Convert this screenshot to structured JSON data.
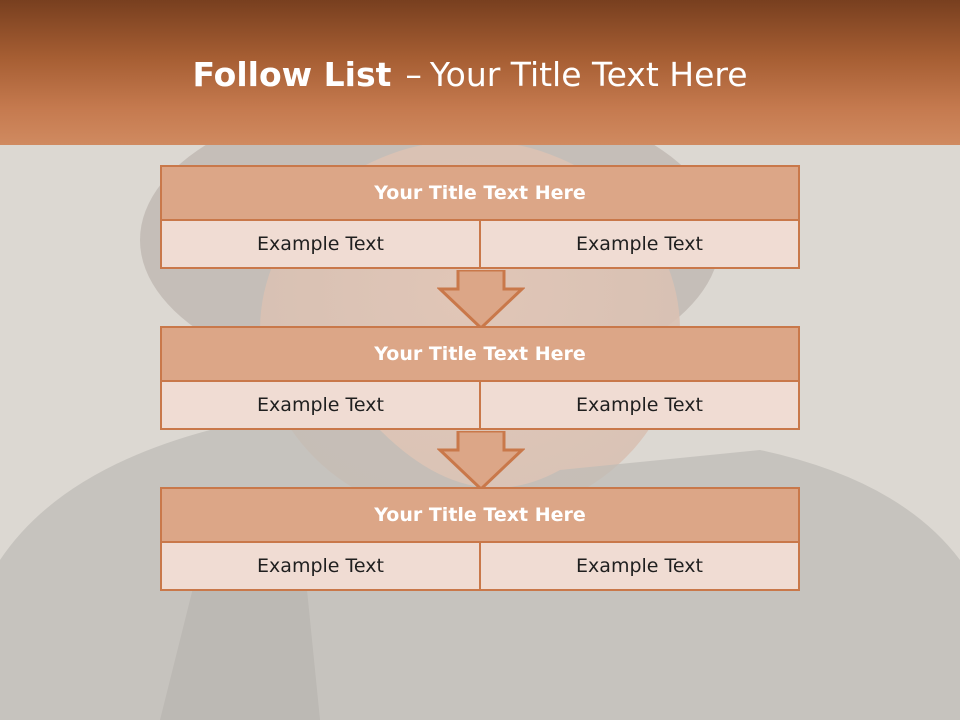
{
  "header": {
    "title_bold": "Follow List",
    "separator": "–",
    "title_rest": "Your Title Text Here"
  },
  "colors": {
    "header_dark": "#783f1f",
    "header_light": "#d08a60",
    "box_title_fill": "#dca687",
    "box_cell_fill": "#f0dcd3",
    "box_border": "#c9784a"
  },
  "blocks": [
    {
      "title": "Your Title Text Here",
      "cells": [
        "Example Text",
        "Example Text"
      ]
    },
    {
      "title": "Your Title Text Here",
      "cells": [
        "Example Text",
        "Example Text"
      ]
    },
    {
      "title": "Your Title Text Here",
      "cells": [
        "Example Text",
        "Example Text"
      ]
    }
  ],
  "arrows": [
    "arrow-down-icon",
    "arrow-down-icon"
  ]
}
